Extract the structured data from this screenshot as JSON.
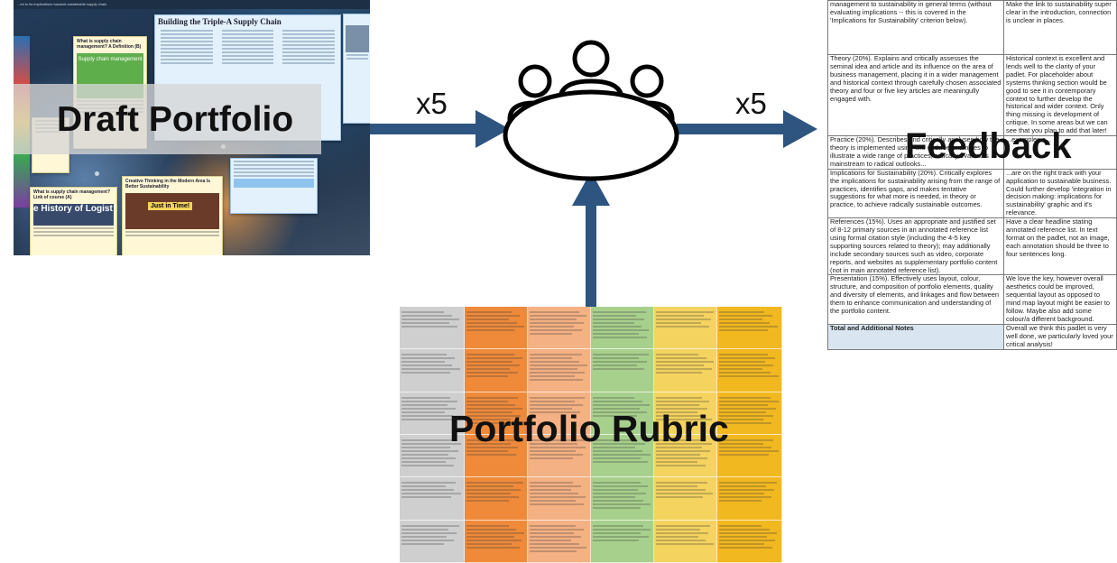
{
  "draft": {
    "label": "Draft Portfolio",
    "header_text": "...ed to its implications towards sustainable supply chain",
    "cards": [
      {
        "title": "What is supply chain management? A Definition (B)",
        "banner": "Supply chain management"
      },
      {
        "title": "Building the Triple-A Supply Chain"
      },
      {
        "title": "Creative Thinking in the Modern Area Is Better Sustainability"
      },
      {
        "title": "What is supply chain management? Link of course (A)"
      },
      {
        "title": "Just in Time!"
      },
      {
        "title": "e History of Logist"
      }
    ]
  },
  "rubric": {
    "label": "Portfolio Rubric",
    "colors": [
      "#cfcfcf",
      "#ee8a3a",
      "#f4b183",
      "#a8d08d",
      "#f4d35e",
      "#f2b81f"
    ]
  },
  "feedback": {
    "label": "Feedback",
    "rows": [
      {
        "criterion": "management to sustainability in general terms (without evaluating implications -- this is covered in the 'Implications for Sustainability' criterion below).",
        "comment": "Make the link to sustainability super clear in the introduction, connection is unclear in places."
      },
      {
        "criterion": "Theory (20%). Explains and critically assesses the seminal idea and article and its influence on the area of business management, placing it in a wider management and historical context through carefully chosen associated theory and four or five key articles are meaningully engaged with.",
        "comment": "Historical context is excellent and lends well to the clarity of your padlet. For placeholder about systems thinking section would be good to see it in contemporary context to further develop the historical and wider context. Only thing missing is development of critique. In some areas but we can see that you plan to add that later!"
      },
      {
        "criterion": "Practice (20%). Describes and critically analyses how the theory is implemented using two or three examples to illustrate a wide range of practices, critically evaluates mainstream to radical outlooks...",
        "comment": "...examples a..."
      },
      {
        "criterion": "Implications for Sustainability (20%). Critically explores the implications for sustainability arising from the range of practices, identifies gaps, and makes tentative suggestions for what more is needed, in theory or practice, to achieve radically sustainable outcomes.",
        "comment": "...are on the right track with your application to sustainable business. Could further develop 'integration in decision making: implications for sustainability' graphic and it's relevance."
      },
      {
        "criterion": "References (15%). Uses an appropriate and justified set of 8-12 primary sources in an annotated reference list using formal citation style (including the 4-5 key supporting sources related to theory); may additionally include secondary sources such as video, corporate reports, and websites as supplementary portfolio content (not in main annotated reference list).",
        "comment": "Have a clear headline stating annotated reference list. In text format on the padlet, not an image, each annotation should be three to four sentences long."
      },
      {
        "criterion": "Presentation (15%). Effectively uses layout, colour, structure, and composition of portfolio elements, quality and diversity of elements, and linkages and flow between them to enhance communication and understanding of the portfolio content.",
        "comment": "We love the key, however overall aesthetics could be improved, sequential layout as opposed to mind map layout might be easier to follow. Maybe also add some colour/a different background."
      },
      {
        "criterion": "Total and Additional Notes",
        "comment": "Overall we think this padlet is very well done, we particularly loved your critical analysis!"
      }
    ]
  },
  "multipliers": {
    "left": "x5",
    "right": "x5"
  },
  "colors": {
    "arrow": "#2d5580",
    "total_row": "#d9e6f2"
  }
}
